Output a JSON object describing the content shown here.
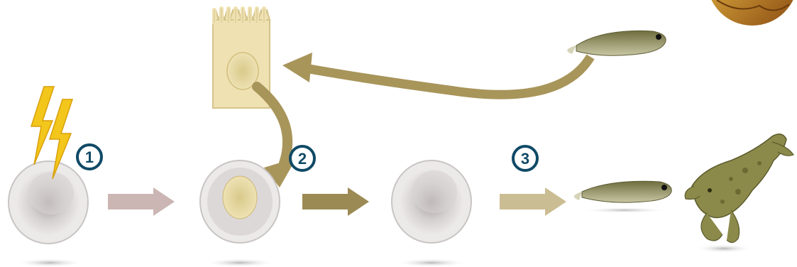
{
  "steps": [
    {
      "label": "1"
    },
    {
      "label": "2"
    },
    {
      "label": "3"
    }
  ],
  "colors": {
    "badge": "#0f4a66",
    "lightning": "#f2c21b",
    "arrow_pink": "#c9b3b1",
    "arrow_olive": "#9c8a55",
    "arrow_tan": "#cbbd93",
    "curve_arrow": "#a8955a",
    "cell_yellow": "#ead9a4",
    "egg_gray": "#c8c4c4",
    "frog_skin": "#8c8a4a"
  },
  "icons": [
    "lightning-icon",
    "epithelial-cell",
    "egg-cell",
    "tadpole",
    "frog"
  ]
}
